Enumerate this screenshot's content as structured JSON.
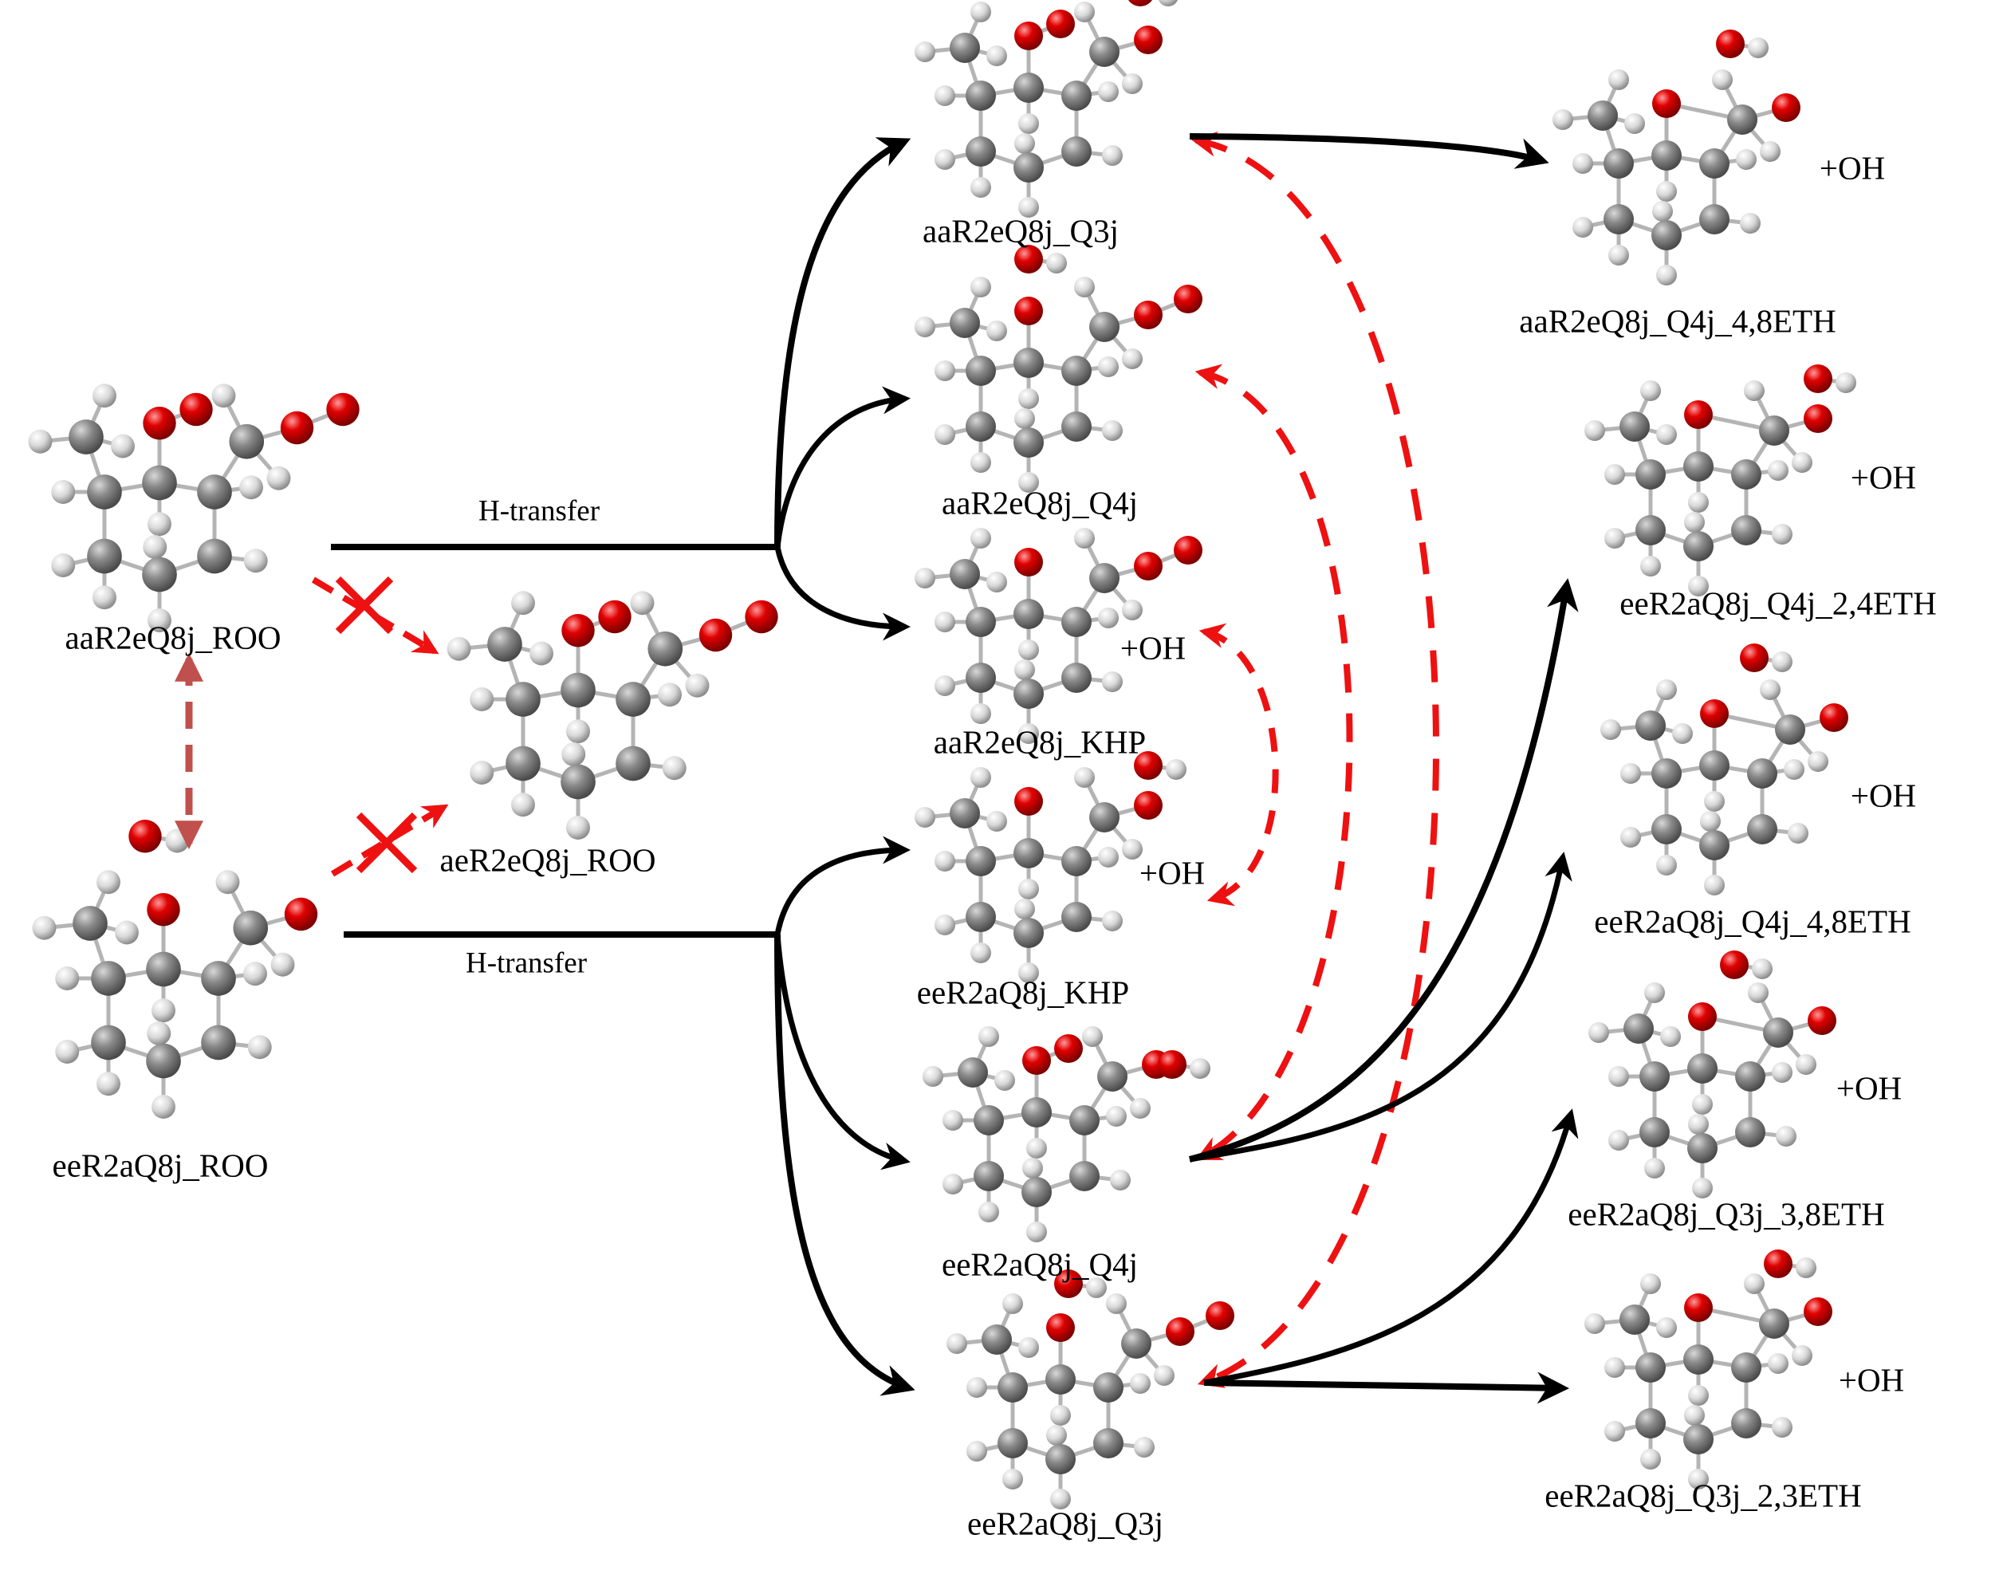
{
  "figure": {
    "colors": {
      "carbon": "#7a7a7a",
      "hydrogen": "#dcdcdc",
      "oxygen": "#e00000",
      "bond": "#b4b4b4",
      "arrow_black": "#000000",
      "arrow_red_dashed": "#ee1111",
      "conformer_arrow": "#c0504d",
      "forbidden_mark": "#ee1111"
    },
    "reactions": {
      "top_label": "H-transfer",
      "bottom_label": "H-transfer"
    },
    "plus_oh": "+OH",
    "species": {
      "aa_roo": "aaR2eQ8j_ROO",
      "ee_roo": "eeR2aQ8j_ROO",
      "ae_roo": "aeR2eQ8j_ROO",
      "aa_q3j": "aaR2eQ8j_Q3j",
      "aa_q4j": "aaR2eQ8j_Q4j",
      "aa_khp": "aaR2eQ8j_KHP",
      "ee_khp": "eeR2aQ8j_KHP",
      "ee_q4j": "eeR2aQ8j_Q4j",
      "ee_q3j": "eeR2aQ8j_Q3j",
      "aa_q4j_48eth": "aaR2eQ8j_Q4j_4,8ETH",
      "ee_q4j_24eth": "eeR2aQ8j_Q4j_2,4ETH",
      "ee_q4j_48eth": "eeR2aQ8j_Q4j_4,8ETH",
      "ee_q3j_38eth": "eeR2aQ8j_Q3j_3,8ETH",
      "ee_q3j_23eth": "eeR2aQ8j_Q3j_2,3ETH"
    },
    "pathways": [
      {
        "from": "aaR2eQ8j_ROO",
        "to": "aaR2eQ8j_Q3j",
        "style": "solid",
        "via": "H-transfer"
      },
      {
        "from": "aaR2eQ8j_ROO",
        "to": "aaR2eQ8j_Q4j",
        "style": "solid",
        "via": "H-transfer"
      },
      {
        "from": "aaR2eQ8j_ROO",
        "to": "aaR2eQ8j_KHP",
        "style": "solid",
        "via": "H-transfer"
      },
      {
        "from": "eeR2aQ8j_ROO",
        "to": "eeR2aQ8j_KHP",
        "style": "solid",
        "via": "H-transfer"
      },
      {
        "from": "eeR2aQ8j_ROO",
        "to": "eeR2aQ8j_Q4j",
        "style": "solid",
        "via": "H-transfer"
      },
      {
        "from": "eeR2aQ8j_ROO",
        "to": "eeR2aQ8j_Q3j",
        "style": "solid",
        "via": "H-transfer"
      },
      {
        "from": "aaR2eQ8j_Q3j",
        "to": "aaR2eQ8j_Q4j_4,8ETH",
        "style": "solid"
      },
      {
        "from": "eeR2aQ8j_Q4j",
        "to": "eeR2aQ8j_Q4j_2,4ETH",
        "style": "solid"
      },
      {
        "from": "eeR2aQ8j_Q4j",
        "to": "eeR2aQ8j_Q4j_4,8ETH",
        "style": "solid"
      },
      {
        "from": "eeR2aQ8j_Q3j",
        "to": "eeR2aQ8j_Q3j_3,8ETH",
        "style": "solid"
      },
      {
        "from": "eeR2aQ8j_Q3j",
        "to": "eeR2aQ8j_Q3j_2,3ETH",
        "style": "solid"
      },
      {
        "from": "aaR2eQ8j_Q3j",
        "to": "eeR2aQ8j_Q3j",
        "style": "dashed-bidirectional"
      },
      {
        "from": "aaR2eQ8j_Q4j",
        "to": "eeR2aQ8j_Q4j",
        "style": "dashed-bidirectional"
      },
      {
        "from": "aaR2eQ8j_KHP",
        "to": "eeR2aQ8j_KHP",
        "style": "dashed-bidirectional"
      },
      {
        "from": "aaR2eQ8j_ROO",
        "to": "eeR2aQ8j_ROO",
        "style": "dashed-bidirectional-conformer"
      },
      {
        "from": "aaR2eQ8j_ROO",
        "to": "aeR2eQ8j_ROO",
        "style": "dashed-forbidden"
      },
      {
        "from": "eeR2aQ8j_ROO",
        "to": "aeR2eQ8j_ROO",
        "style": "dashed-forbidden"
      }
    ]
  }
}
